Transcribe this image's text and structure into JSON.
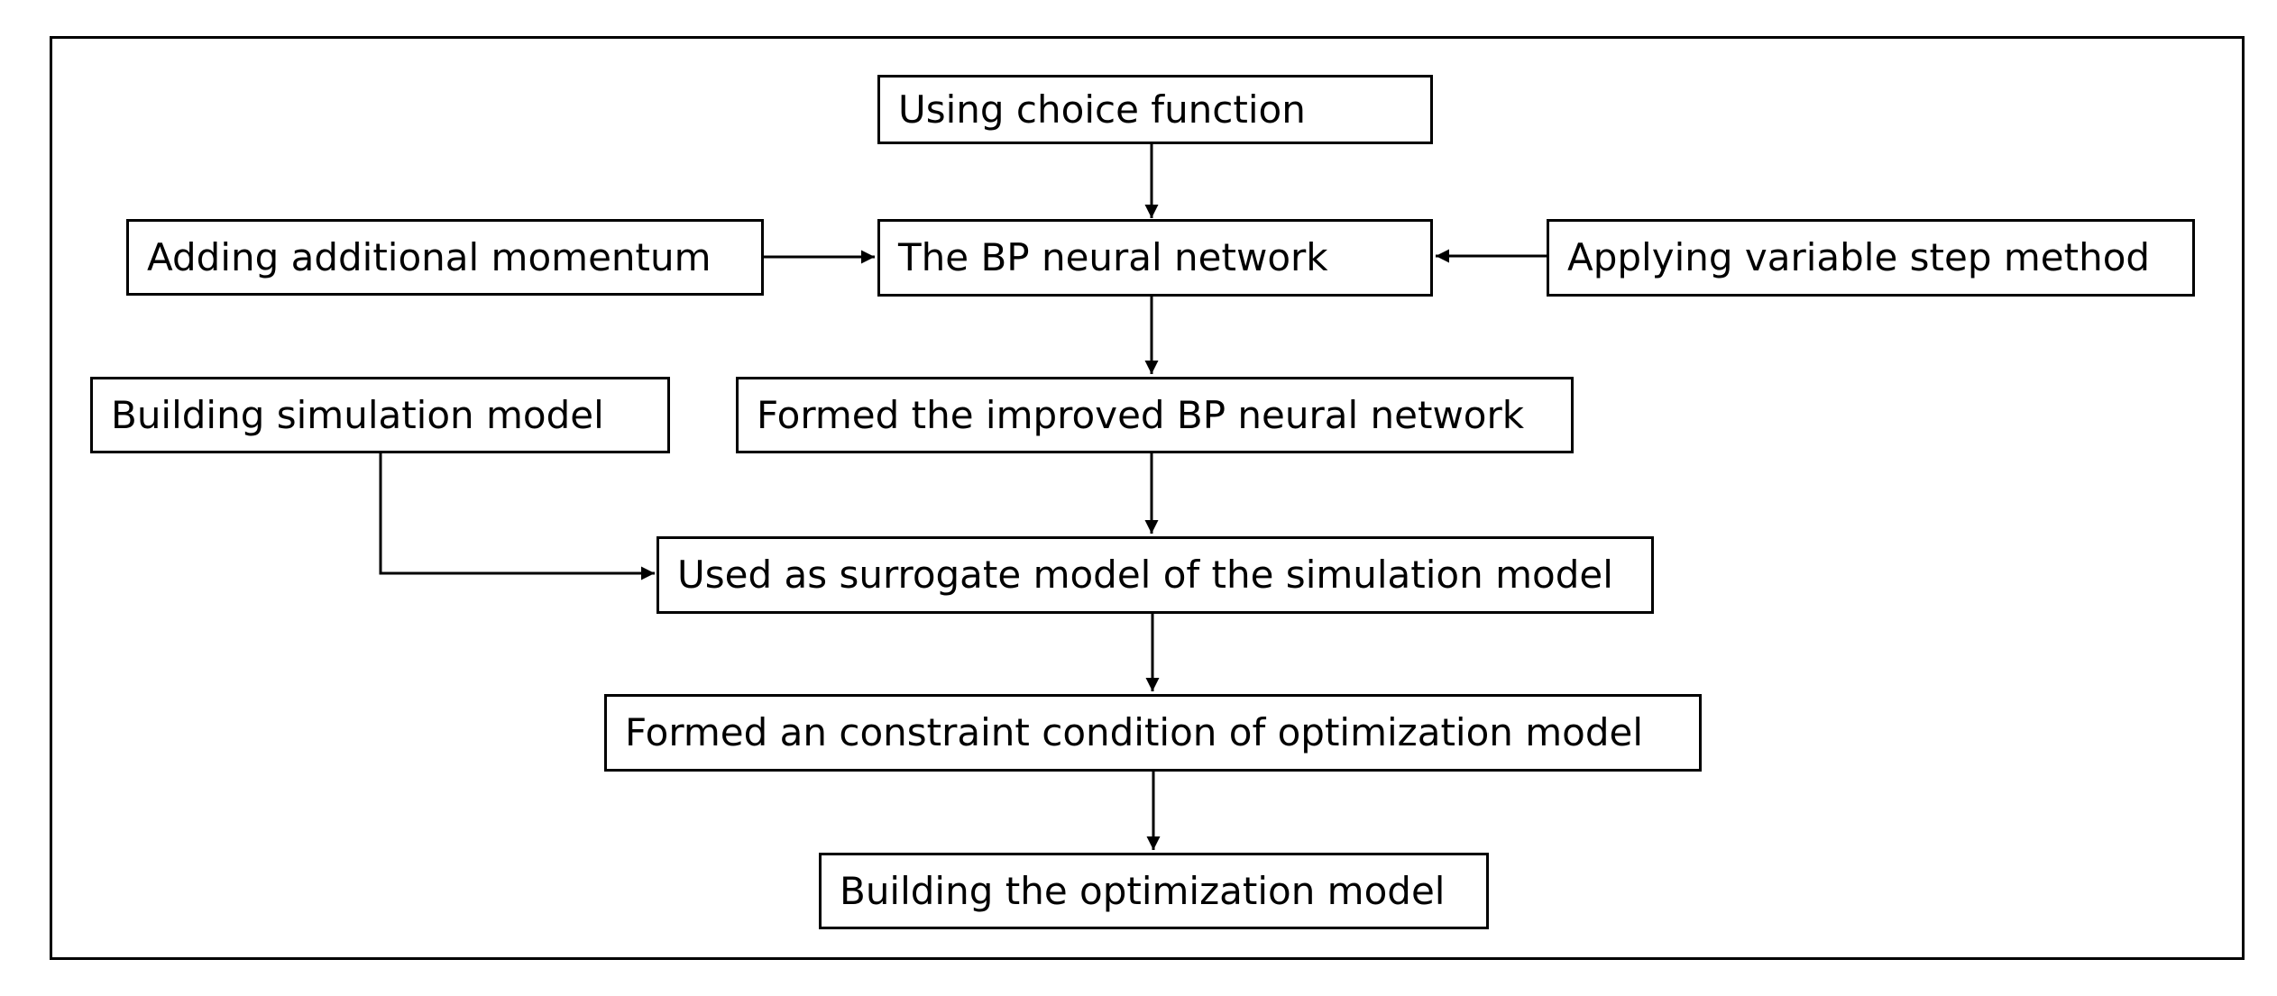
{
  "nodes": {
    "choice": "Using choice function",
    "momentum": "Adding additional momentum",
    "bp": "The BP neural network",
    "variable_step": "Applying variable step method",
    "simulation": "Building simulation model",
    "improved": "Formed the improved BP neural network",
    "surrogate": "Used as surrogate model of the simulation model",
    "constraint": "Formed an constraint condition of optimization model",
    "optimization": "Building the optimization model"
  },
  "colors": {
    "stroke": "#000000",
    "background": "#ffffff"
  }
}
